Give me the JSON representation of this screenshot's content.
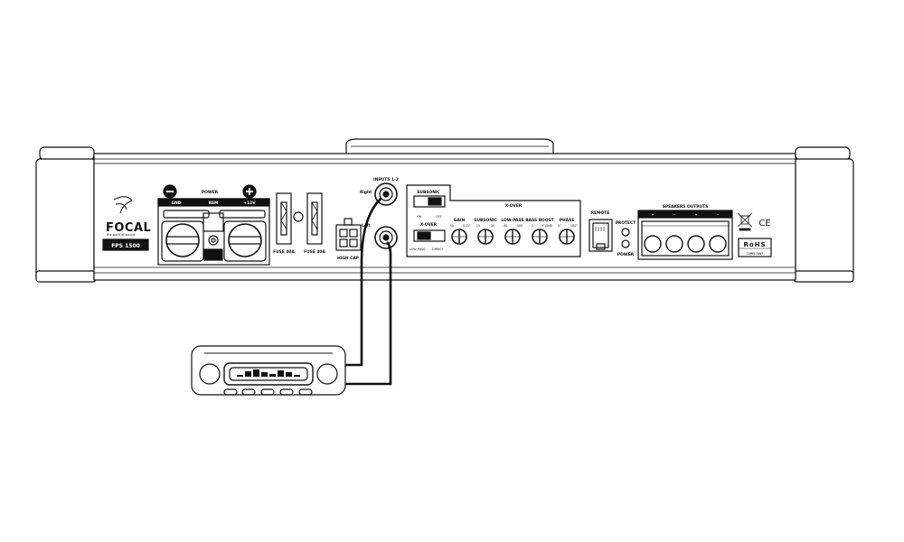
{
  "amplifier": {
    "brand": "FOCAL",
    "tagline": "the spirit of sound",
    "model": "FPS 1500",
    "power": {
      "title": "POWER",
      "gnd": "GND",
      "rem": "REM",
      "plus12": "+12V"
    },
    "fuse_left": "FUSE 40A",
    "fuse_right": "FUSE 40A",
    "high_cap": "HIGH CAP",
    "inputs": {
      "title": "INPUTS 1-2",
      "right": "Right",
      "left": "Left"
    },
    "subsonic": {
      "title": "SUBSONIC",
      "on": "ON",
      "off": "OFF"
    },
    "xover_switch": {
      "title": "X-OVER",
      "low_pass": "LOW-PASS",
      "direct": "DIRECT"
    },
    "xover_knobs": {
      "title": "X-OVER",
      "knobs": [
        {
          "label": "GAIN",
          "min": "5V",
          "max": "0.2V"
        },
        {
          "label": "SUBSONIC",
          "min": "10",
          "max": "50"
        },
        {
          "label": "LOW-PASS",
          "min": "40",
          "max": "300"
        },
        {
          "label": "BASS BOOST",
          "min": "0",
          "max": "+12dB"
        },
        {
          "label": "PHASE",
          "min": "0°",
          "max": "180°"
        }
      ]
    },
    "remote": "REMOTE",
    "protect": "PROTECT",
    "power_led": "POWER",
    "speakers": {
      "title": "SPEAKERS OUTPUTS",
      "terminals": [
        "+",
        "−",
        "+",
        "−"
      ]
    },
    "rohs": {
      "top": "RoHS",
      "bottom": "COMPLIANT"
    },
    "ce": "CE"
  }
}
